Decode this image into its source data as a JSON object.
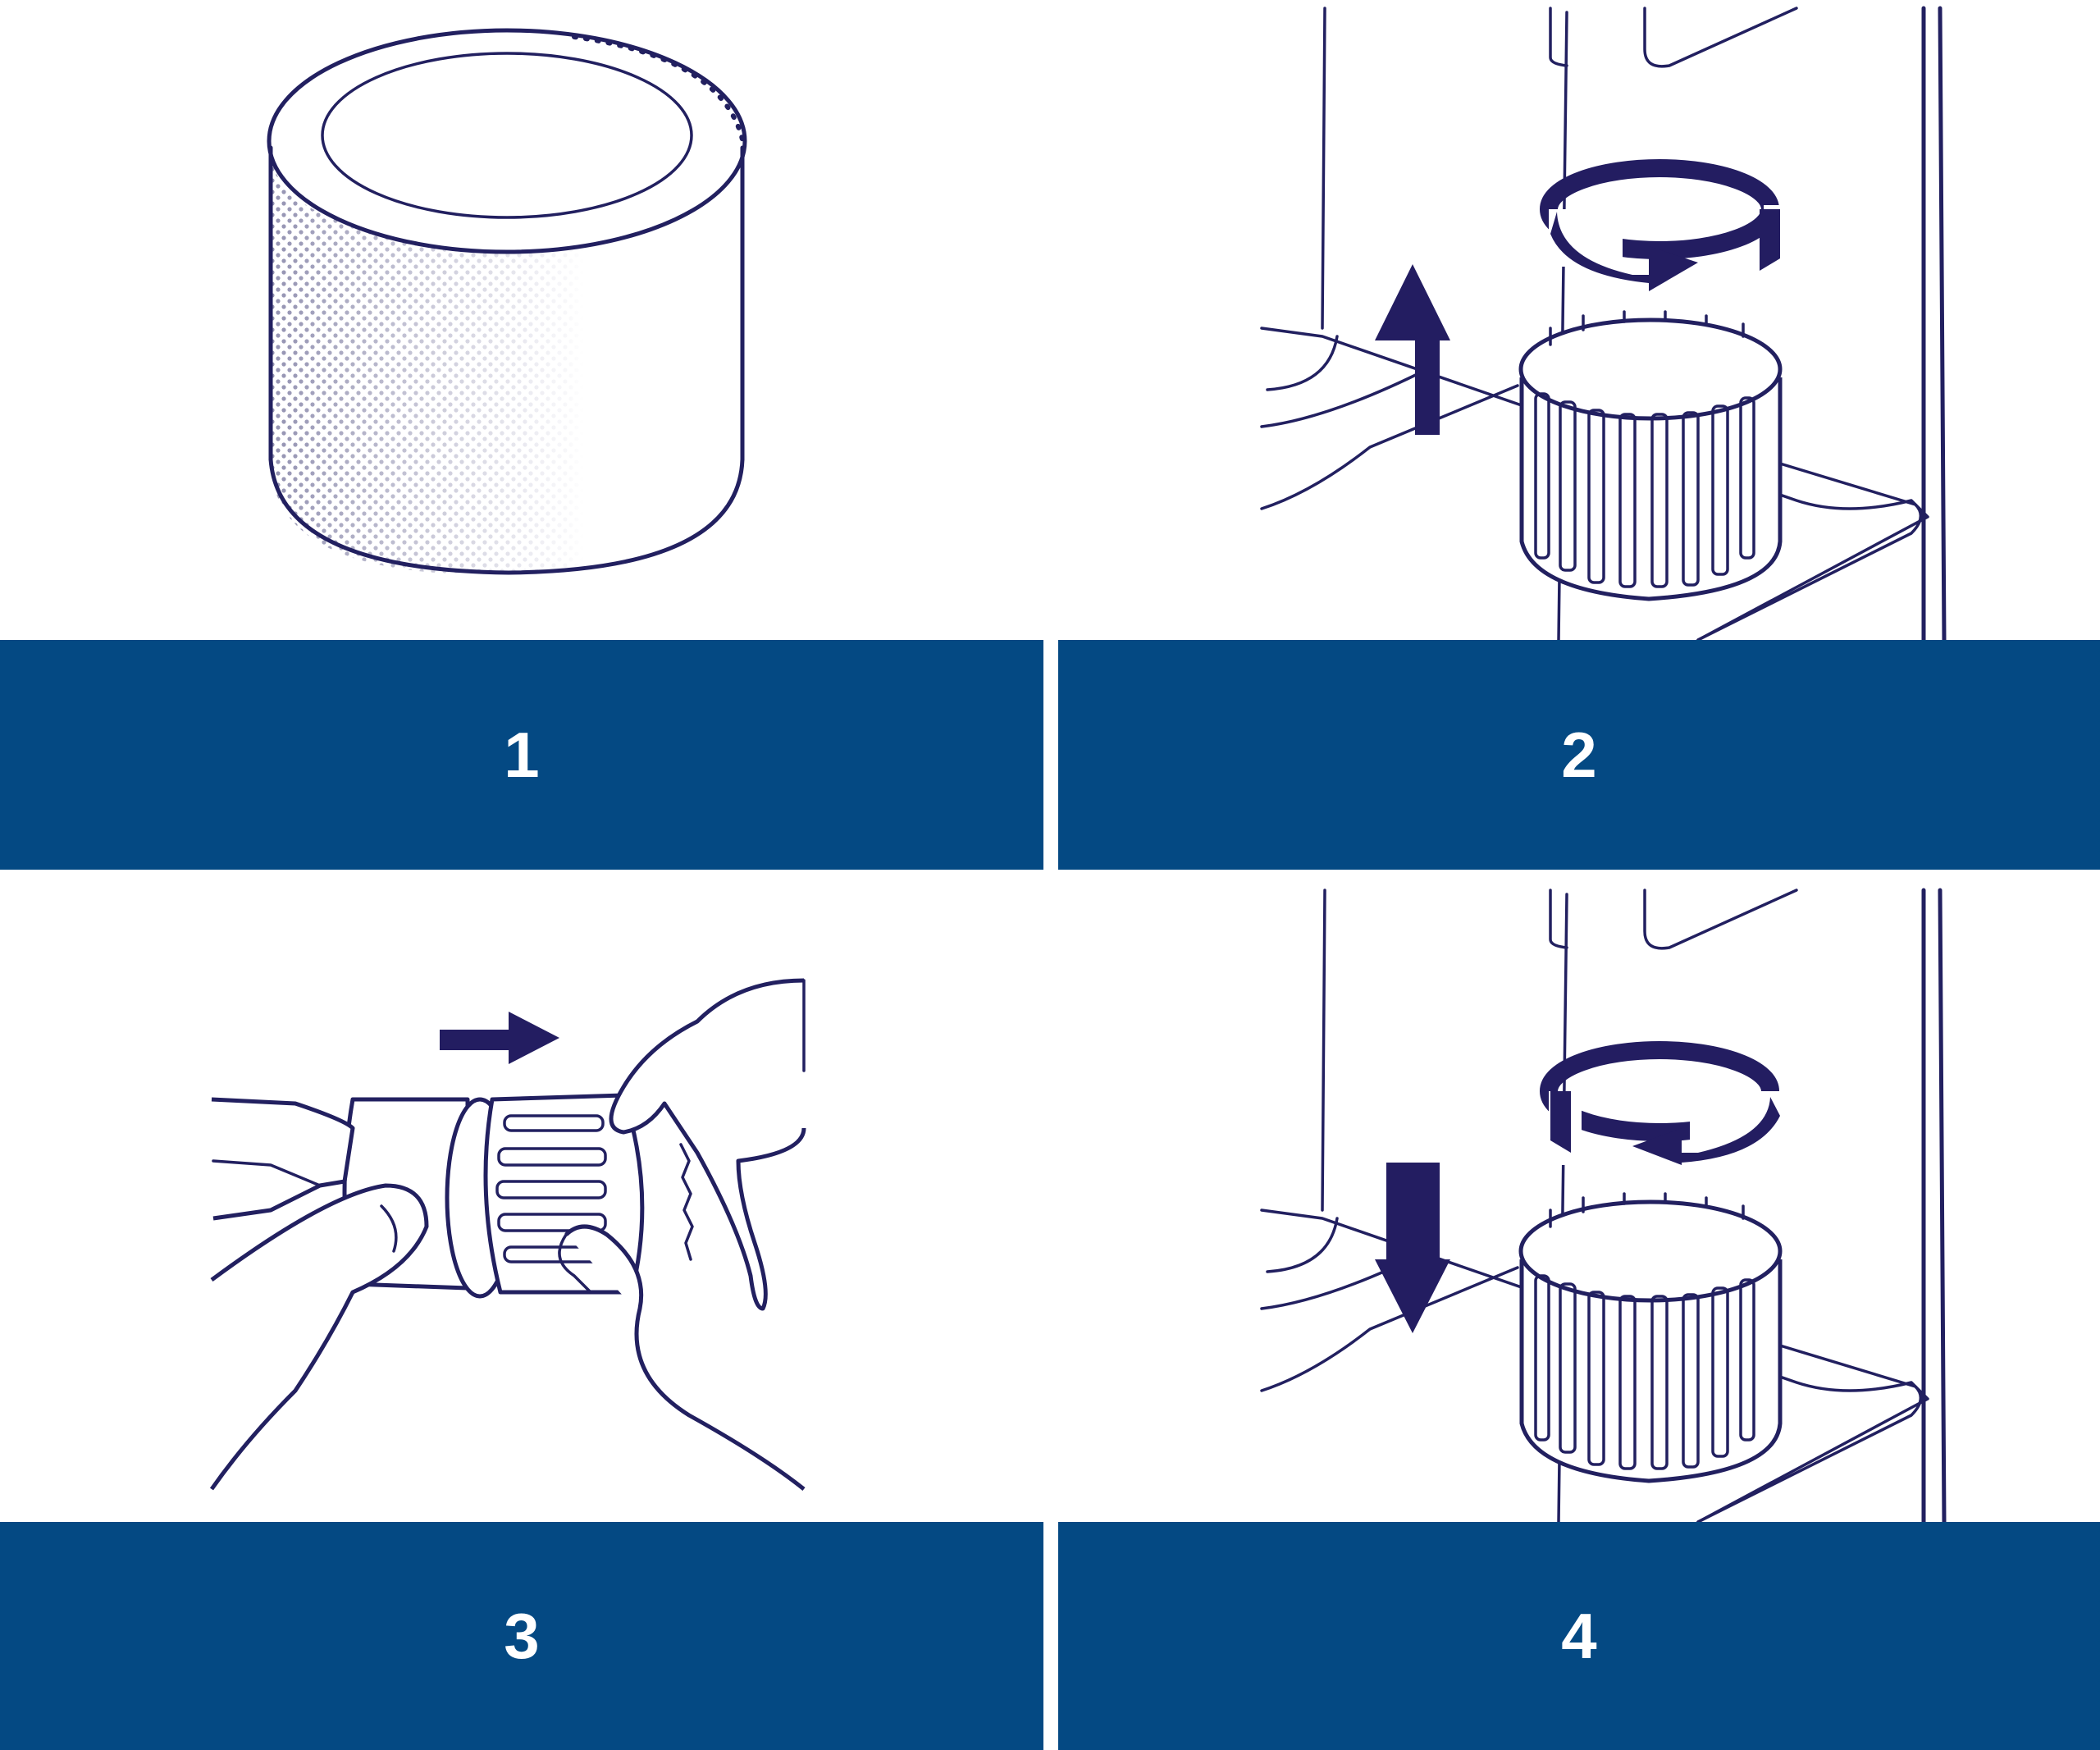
{
  "colors": {
    "band": "#044983",
    "line": "#222060",
    "arrow": "#231d61",
    "background": "#ffffff"
  },
  "steps": [
    {
      "number": "1",
      "illustration": "filter-cartridge-icon"
    },
    {
      "number": "2",
      "illustration": "remove-cap-icon"
    },
    {
      "number": "3",
      "illustration": "attach-cap-to-filter-icon"
    },
    {
      "number": "4",
      "illustration": "reinstall-cap-icon"
    }
  ]
}
